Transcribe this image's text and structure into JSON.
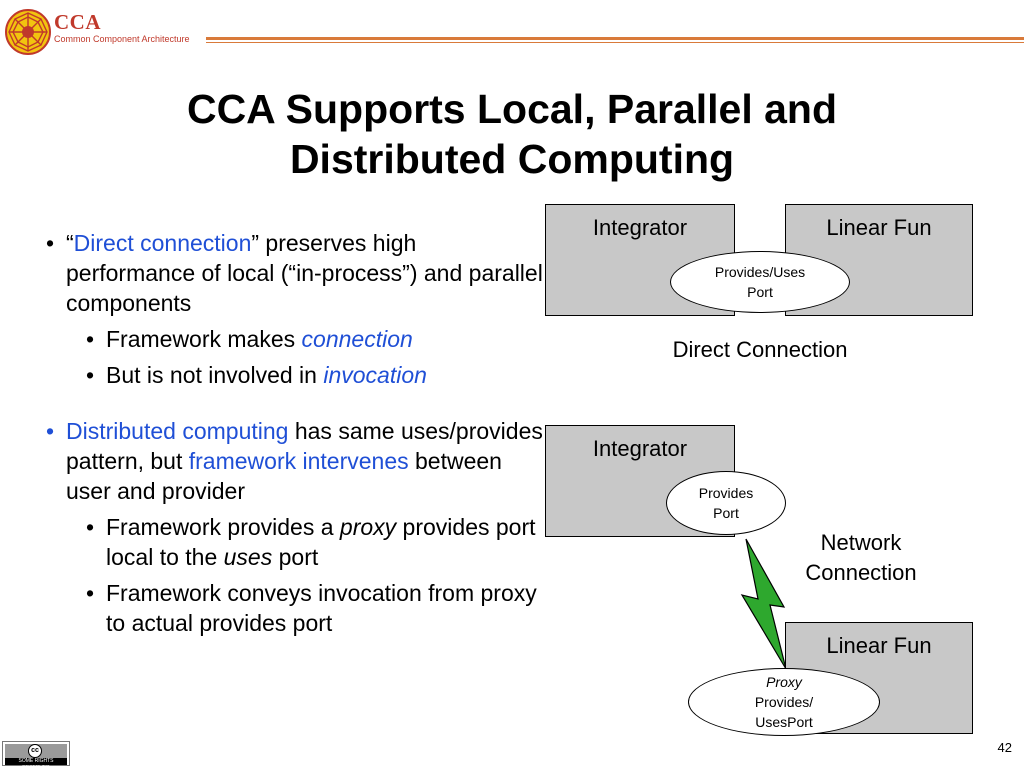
{
  "header": {
    "brand_short": "CCA",
    "brand_long": "Common Component Architecture"
  },
  "title": {
    "line1": "CCA Supports Local, Parallel and",
    "line2": "Distributed Computing"
  },
  "bullets": {
    "b1": {
      "open_quote": "“",
      "highlight": "Direct connection",
      "rest": "” preserves high performance of local (“in-process”) and parallel components",
      "sub1_prefix": "Framework makes ",
      "sub1_italic": "connection",
      "sub2_prefix": "But is not involved in ",
      "sub2_italic": "invocation"
    },
    "b2": {
      "highlight1": "Distributed computing",
      "text1": " has same uses/provides pattern, but ",
      "highlight2": "framework intervenes",
      "text2": " between user and provider",
      "sub1_prefix": "Framework provides a ",
      "sub1_italic1": "proxy",
      "sub1_middle": " provides port local to the ",
      "sub1_italic2": "uses",
      "sub1_suffix": " port",
      "sub2": "Framework conveys invocation from proxy to actual provides port"
    }
  },
  "diagram_top": {
    "left_box": "Integrator",
    "right_box": "Linear Fun",
    "port_line1": "Provides/Uses",
    "port_line2": "Port",
    "caption": "Direct Connection"
  },
  "diagram_bottom": {
    "top_box": "Integrator",
    "provides_line1": "Provides",
    "provides_line2": "Port",
    "network_line1": "Network",
    "network_line2": "Connection",
    "bottom_box": "Linear Fun",
    "proxy_line1": "Proxy",
    "proxy_line2": "Provides/",
    "proxy_line3": "UsesPort"
  },
  "footer": {
    "cc_symbol": "cc",
    "cc_text": "SOME RIGHTS RESERVED",
    "page_number": "42"
  },
  "colors": {
    "brand": "#c0392b",
    "rule": "#d97a3a",
    "highlight": "#1f4fd6",
    "box_fill": "#c8c8c8",
    "lightning": "#2ea82e"
  }
}
